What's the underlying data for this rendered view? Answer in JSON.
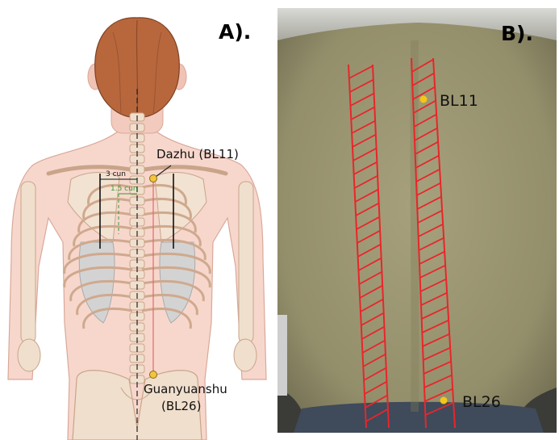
{
  "panel_a": {
    "label": "A).",
    "points": [
      {
        "id": "dazhu",
        "label": "Dazhu (BL11)"
      },
      {
        "id": "guanyuanshu",
        "label_line1": "Guanyuanshu",
        "label_line2": "(BL26)"
      }
    ],
    "measurements": {
      "outer": "3 cun",
      "inner": "1.5 cun"
    },
    "colors": {
      "skin": "#f7d7cc",
      "hair": "#b8673d",
      "bone": "#f0dfcd",
      "point": "#f2c53d",
      "meridian": "#e06a6a",
      "inner_measure": "#3a9a3a"
    }
  },
  "panel_b": {
    "label": "B).",
    "points": [
      {
        "id": "bl11",
        "label": "BL11"
      },
      {
        "id": "bl26",
        "label": "BL26"
      }
    ],
    "colors": {
      "skin": "#9a9672",
      "hatch": "#e8262b",
      "point": "#f5c518"
    }
  }
}
